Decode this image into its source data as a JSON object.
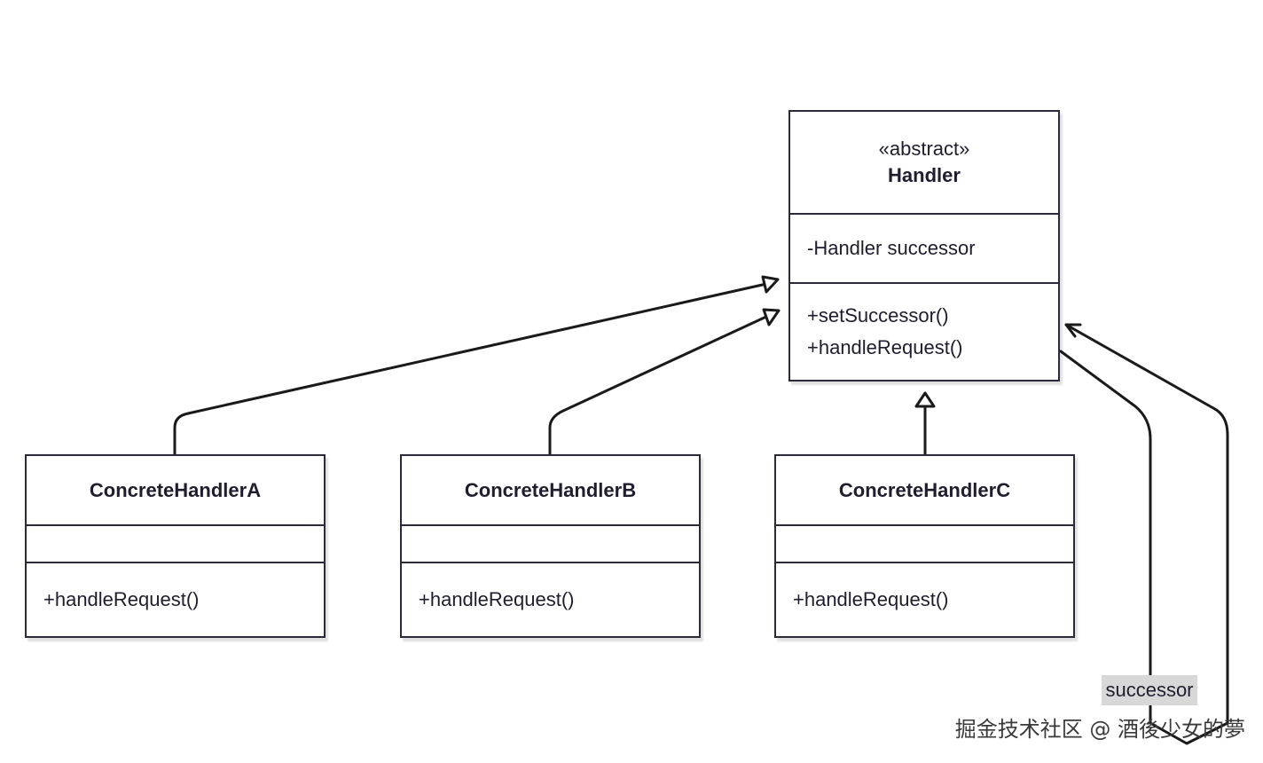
{
  "handler": {
    "stereotype": "«abstract»",
    "name": "Handler",
    "attributes": [
      "-Handler successor"
    ],
    "methods": [
      "+setSuccessor()",
      "+handleRequest()"
    ]
  },
  "concrete_classes": [
    {
      "name": "ConcreteHandlerA",
      "methods": [
        "+handleRequest()"
      ]
    },
    {
      "name": "ConcreteHandlerB",
      "methods": [
        "+handleRequest()"
      ]
    },
    {
      "name": "ConcreteHandlerC",
      "methods": [
        "+handleRequest()"
      ]
    }
  ],
  "relations": [
    {
      "from": "ConcreteHandlerA",
      "to": "Handler",
      "type": "inheritance"
    },
    {
      "from": "ConcreteHandlerB",
      "to": "Handler",
      "type": "inheritance"
    },
    {
      "from": "ConcreteHandlerC",
      "to": "Handler",
      "type": "inheritance"
    },
    {
      "from": "Handler",
      "to": "Handler",
      "type": "association",
      "label": "successor"
    }
  ],
  "association_label": "successor",
  "watermark": "掘金技术社区 @ 酒後少女的夢",
  "colors": {
    "line": "#2b2a3a",
    "label_background": "#d8d8d8"
  }
}
